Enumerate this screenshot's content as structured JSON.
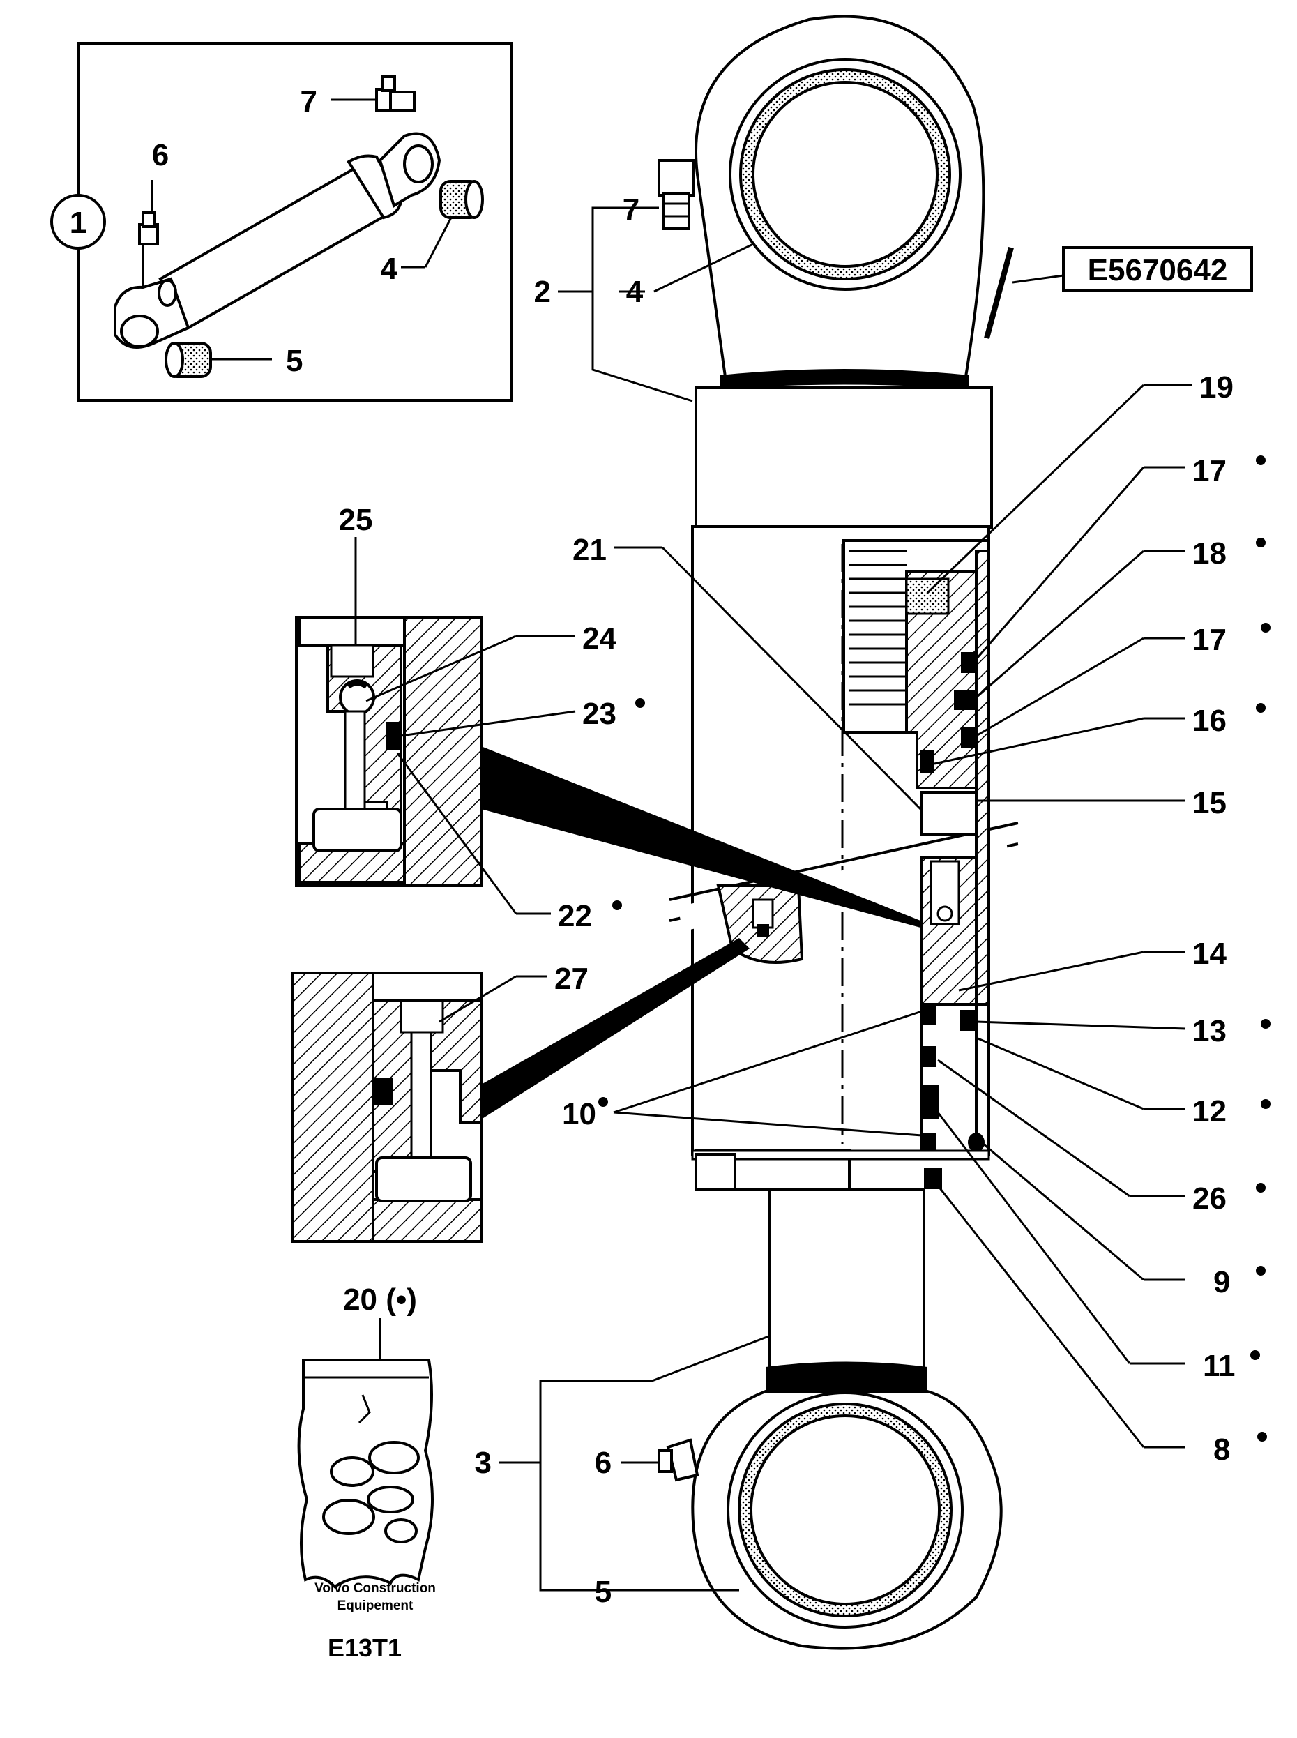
{
  "reference_code": "E5670642",
  "assembly_number": "1",
  "publisher": "Volvo Construction",
  "publisher_line2": "Equipement",
  "figure_code": "E13T1",
  "seal_kit_label": "20 (•)",
  "inset_labels": {
    "grease_nipple_angle": "7",
    "grease_nipple": "6",
    "bushing_rod": "4",
    "bushing_base": "5"
  },
  "labels": {
    "l2": "2",
    "l3": "3",
    "l4": "4",
    "l5": "5",
    "l6": "6",
    "l7": "7",
    "l8": "8",
    "l9": "9",
    "l10": "10",
    "l11": "11",
    "l12": "12",
    "l13": "13",
    "l14": "14",
    "l15": "15",
    "l16": "16",
    "l17a": "17",
    "l17b": "17",
    "l18": "18",
    "l19": "19",
    "l21": "21",
    "l22": "22",
    "l23": "23",
    "l24": "24",
    "l25": "25",
    "l26": "26",
    "l27": "27"
  }
}
